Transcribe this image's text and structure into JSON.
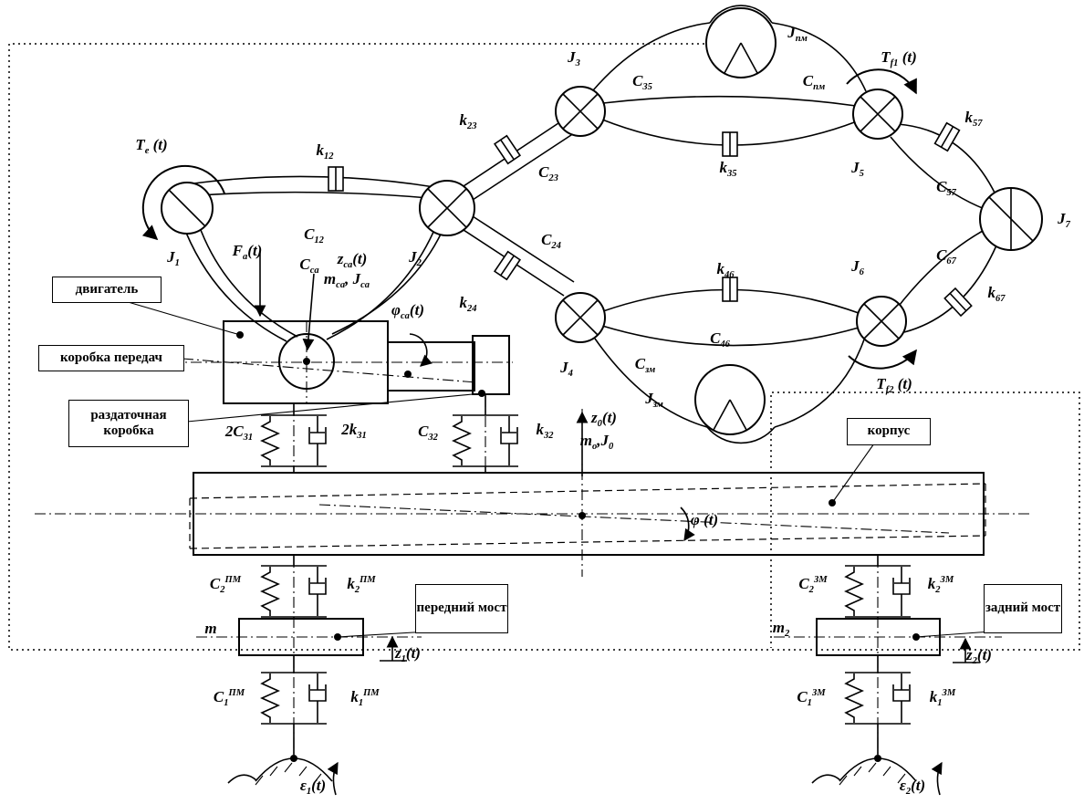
{
  "colors": {
    "line": "#000000",
    "background": "#ffffff"
  },
  "boxes": {
    "engine": "двигатель",
    "gearbox": "коробка передач",
    "transfer_case": "раздаточная коробка",
    "body": "корпус",
    "front_axle": "передний мост",
    "rear_axle": "задний мост"
  },
  "labels": {
    "Te": "T_{e} (t)",
    "J1": "J_{1}",
    "k12": "k_{12}",
    "C12": "C_{12}",
    "Fa": "F_{a}(t)",
    "Cca": "C_{ca}",
    "zca": "z_{ca}(t)",
    "mca": "m_{ca}, J_{ca}",
    "J2": "J_{2}",
    "J3": "J_{3}",
    "k23": "k_{23}",
    "C23": "C_{23}",
    "C24": "C_{24}",
    "k24": "k_{24}",
    "Jpm": "J_{пм}",
    "C35": "C_{35}",
    "Cpm": "C_{пм}",
    "k35": "k_{35}",
    "J5": "J_{5}",
    "Tf1": "T_{f1} (t)",
    "k57": "k_{57}",
    "C57": "C_{57}",
    "J7": "J_{7}",
    "C67": "C_{67}",
    "k67": "k_{67}",
    "J6": "J_{6}",
    "k46": "k_{46}",
    "C46": "C_{46}",
    "J4": "J_{4}",
    "Czm": "C_{зм}",
    "Jzm": "J_{зм}",
    "Tf2": "T_{f2} (t)",
    "phica": "φ_{ca}(t)",
    "C31": "2C_{31}",
    "k31": "2k_{31}",
    "C32": "C_{32}",
    "k32": "k_{32}",
    "z0": "z_{0}(t)",
    "m0": "m_{o},J_{0}",
    "phi": "φ (t)",
    "C2pm": "C_{2}^{ПМ}",
    "k2pm": "k_{2}^{ПМ}",
    "C2zm": "C_{2}^{ЗМ}",
    "k2zm": "k_{2}^{ЗМ}",
    "m": "m",
    "m2": "m_{2}",
    "z1": "z_{1}(t)",
    "z2": "z_{2}(t)",
    "C1pm": "C_{1}^{ПМ}",
    "k1pm": "k_{1}^{ПМ}",
    "C1zm": "C_{1}^{ЗМ}",
    "k1zm": "k_{1}^{ЗМ}",
    "eps1": "ε_{1}(t)",
    "eps2": "ε_{2}(t)"
  }
}
